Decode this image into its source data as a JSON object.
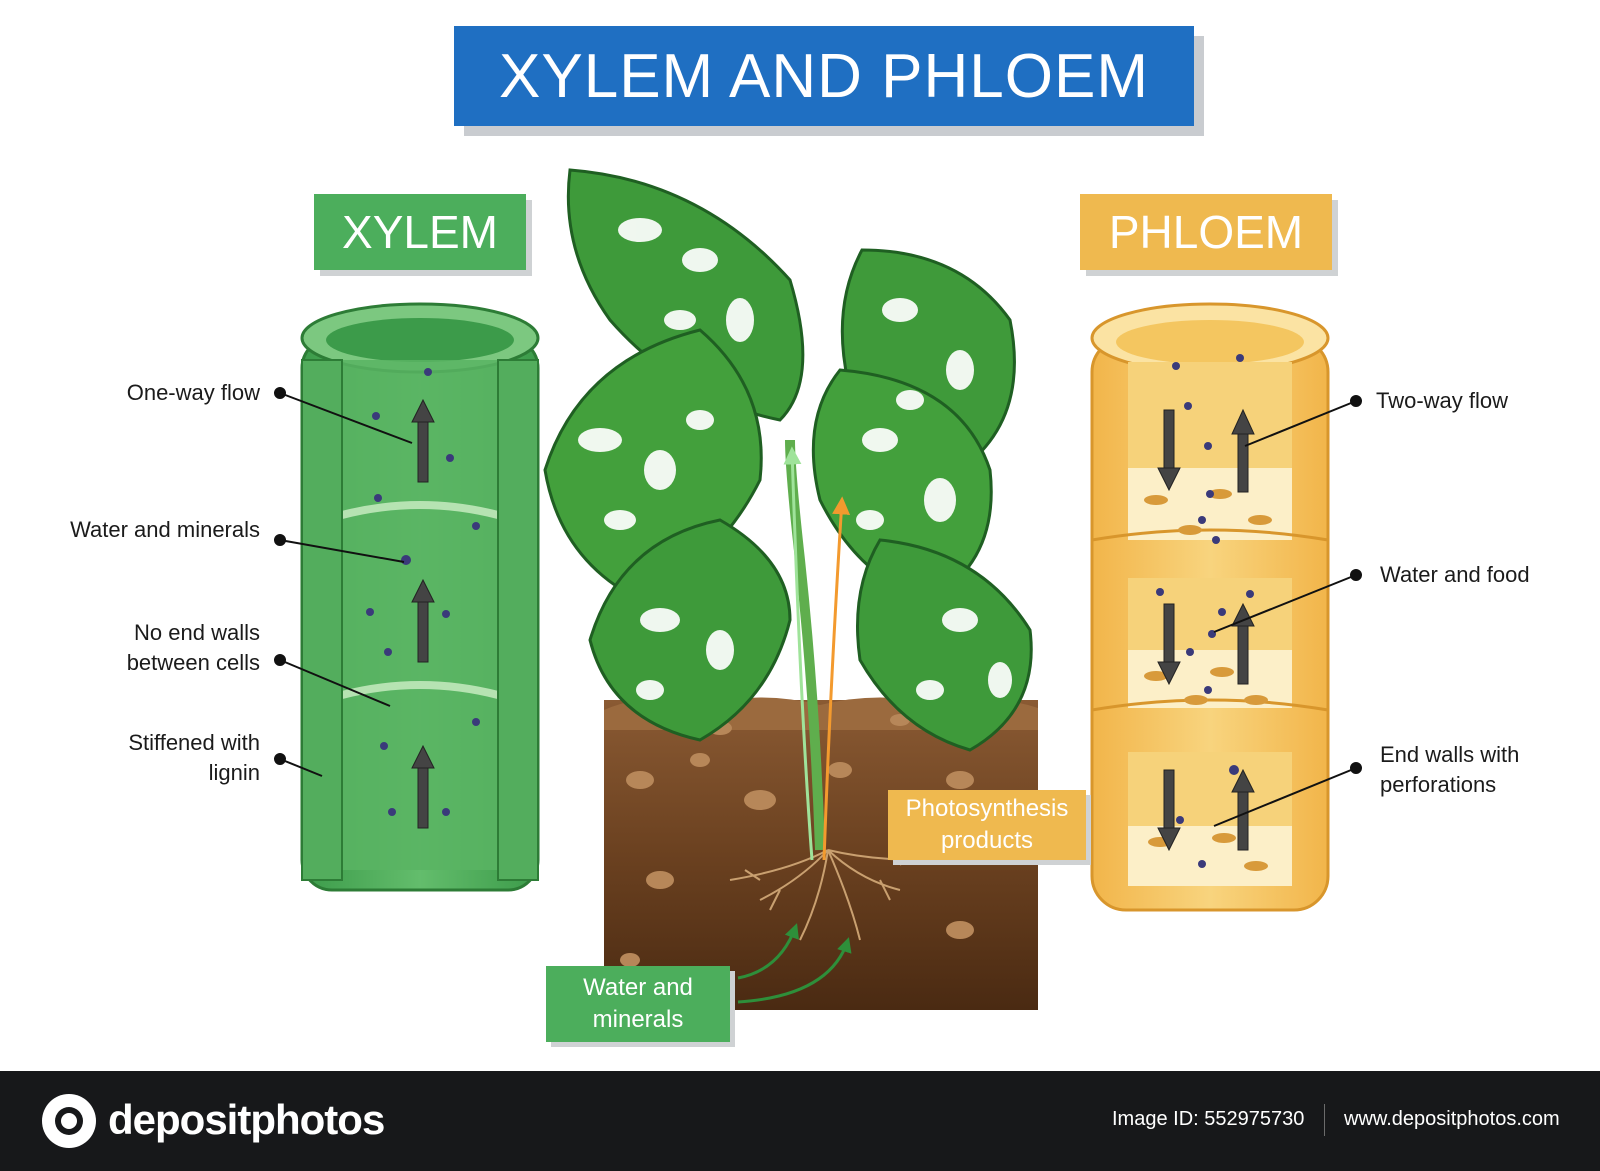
{
  "title": "XYLEM AND PHLOEM",
  "xylem": {
    "heading": "XYLEM",
    "labels": [
      "One-way flow",
      "Water and minerals",
      "No end walls\nbetween cells",
      "Stiffened with\nlignin"
    ]
  },
  "phloem": {
    "heading": "PHLOEM",
    "labels": [
      "Two-way flow",
      "Water and food",
      "End walls with\nperforations"
    ]
  },
  "plant": {
    "water_label": "Water and\nminerals",
    "photo_label": "Photosynthesis\nproducts"
  },
  "footer": {
    "logo_text": "depositphotos",
    "image_id": "Image ID: 552975730",
    "site": "www.depositphotos.com"
  },
  "colors": {
    "title_blue": "#1f6fc2",
    "xylem_green": "#4cae5c",
    "phloem_yellow": "#efb94f",
    "soil_brown": "#7a4a26",
    "leaf_green": "#3f9a3a"
  }
}
